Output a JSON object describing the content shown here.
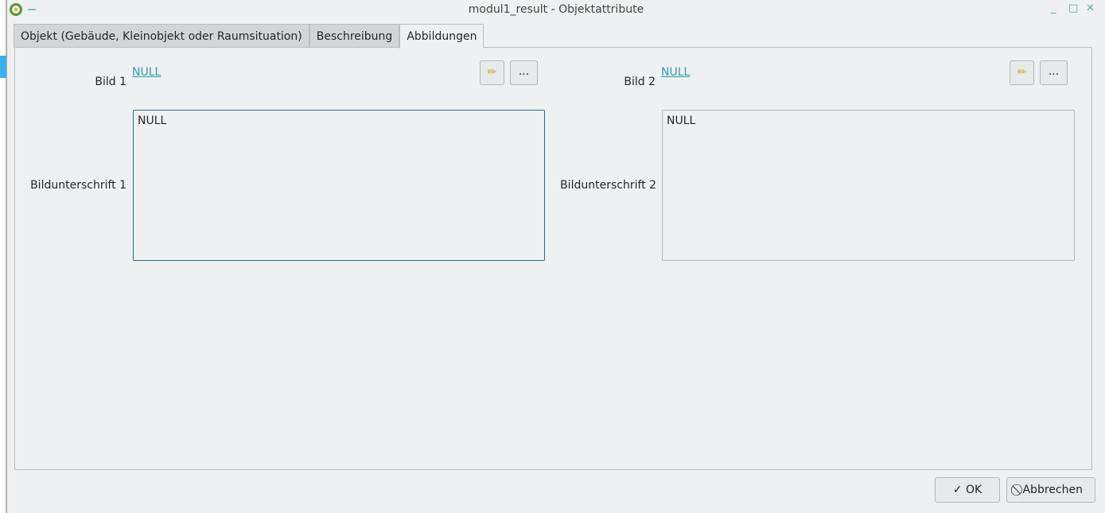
{
  "window": {
    "title": "modul1_result - Objektattribute",
    "minimize": "_",
    "maximize": "□",
    "close": "✕"
  },
  "tabs": [
    {
      "label": "Objekt (Gebäude, Kleinobjekt oder Raumsituation)"
    },
    {
      "label": "Beschreibung"
    },
    {
      "label": "Abbildungen"
    }
  ],
  "fields": {
    "bild1": {
      "label": "Bild 1",
      "value": "NULL",
      "browse": "..."
    },
    "bild2": {
      "label": "Bild 2",
      "value": "NULL",
      "browse": "..."
    },
    "caption1": {
      "label": "Bildunterschrift 1",
      "value": "NULL"
    },
    "caption2": {
      "label": "Bildunterschrift 2",
      "value": "NULL"
    }
  },
  "buttons": {
    "ok": "OK",
    "cancel": "Abbrechen"
  }
}
